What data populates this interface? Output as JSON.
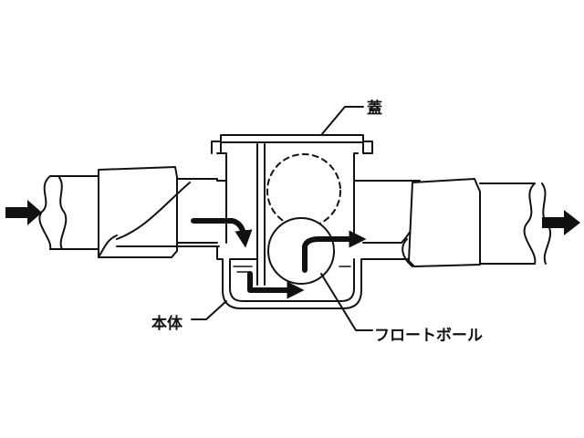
{
  "labels": {
    "lid": "蓋",
    "body": "本体",
    "float_ball": "フロートボール"
  },
  "colors": {
    "line": "#111111",
    "background": "#ffffff"
  },
  "icons": {
    "inflow": "arrow-right-icon",
    "outflow": "arrow-right-icon"
  }
}
